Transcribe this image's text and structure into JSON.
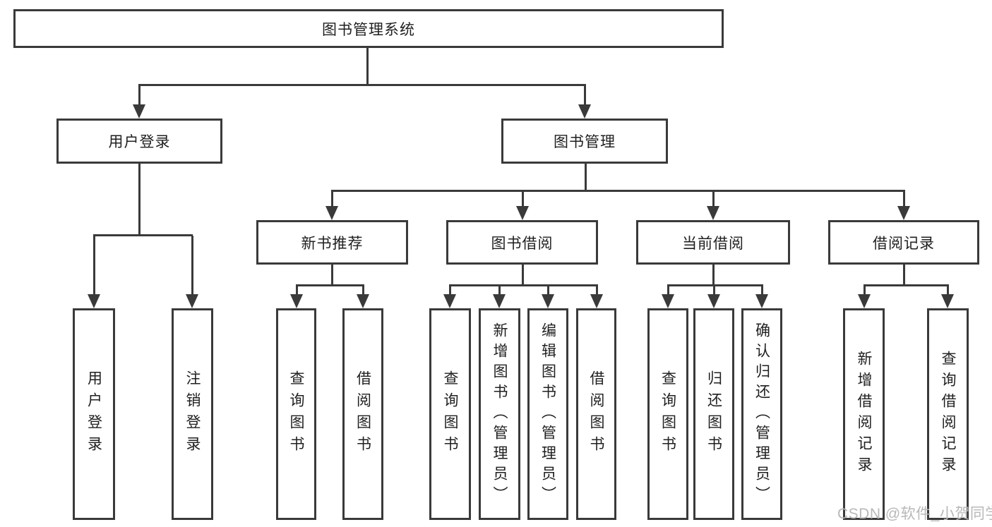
{
  "colors": {
    "line": "#3a3a3a",
    "text": "#1f1f1f",
    "watermark": "#b8b8b8",
    "background": "#ffffff"
  },
  "diagram": {
    "title": "图书管理系统",
    "level2": {
      "user-login": "用户登录",
      "book-mgmt": "图书管理"
    },
    "level3": {
      "new-book-rec": "新书推荐",
      "book-borrow": "图书借阅",
      "current-borrow": "当前借阅",
      "borrow-records": "借阅记录"
    },
    "leaves": {
      "user-login": "用户登录",
      "logout": "注销登录",
      "query-books-1": "查询图书",
      "borrow-books-1": "借阅图书",
      "query-books-2": "查询图书",
      "add-books-admin": "新增图书（管理员）",
      "edit-books-admin": "编辑图书（管理员）",
      "borrow-books-2": "借阅图书",
      "query-books-3": "查询图书",
      "return-books": "归还图书",
      "confirm-return-admin": "确认归还（管理员）",
      "add-borrow-record": "新增借阅记录",
      "query-borrow-record": "查询借阅记录"
    }
  },
  "watermark": "CSDN @软件_小贺同学"
}
